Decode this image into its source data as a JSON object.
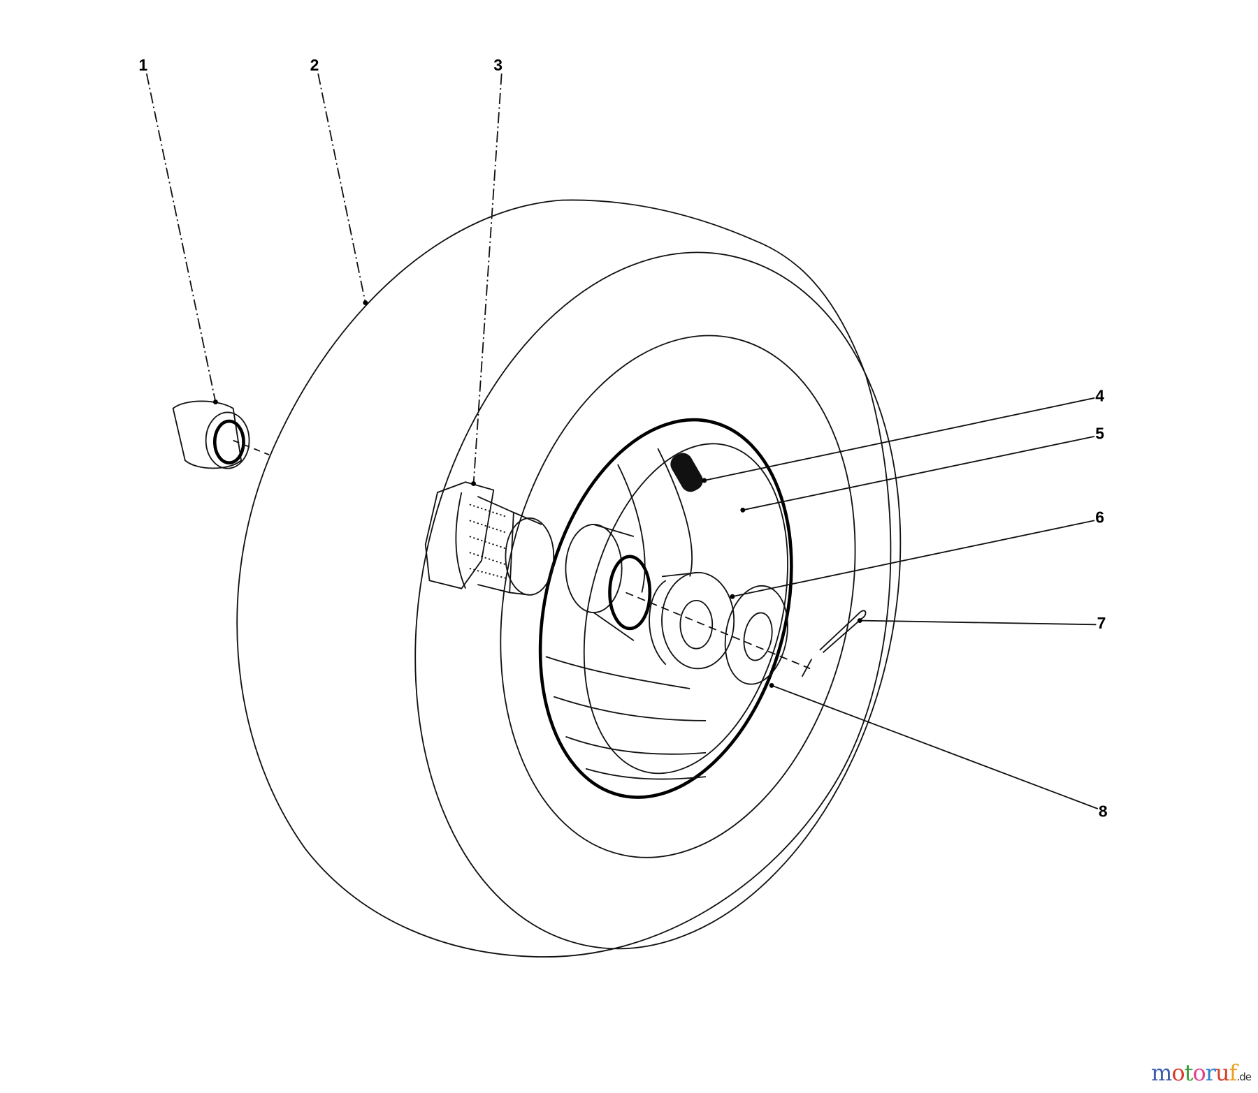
{
  "callouts": [
    {
      "number": "1"
    },
    {
      "number": "2"
    },
    {
      "number": "3"
    },
    {
      "number": "4"
    },
    {
      "number": "5"
    },
    {
      "number": "6"
    },
    {
      "number": "7"
    },
    {
      "number": "8"
    }
  ],
  "watermark": {
    "text": "motoruf",
    "suffix": ".de",
    "letter_colors": [
      "#3b5ba8",
      "#d93a2b",
      "#3a9c3a",
      "#e0408a",
      "#2f7fd0",
      "#d6402a",
      "#e8a020"
    ]
  }
}
